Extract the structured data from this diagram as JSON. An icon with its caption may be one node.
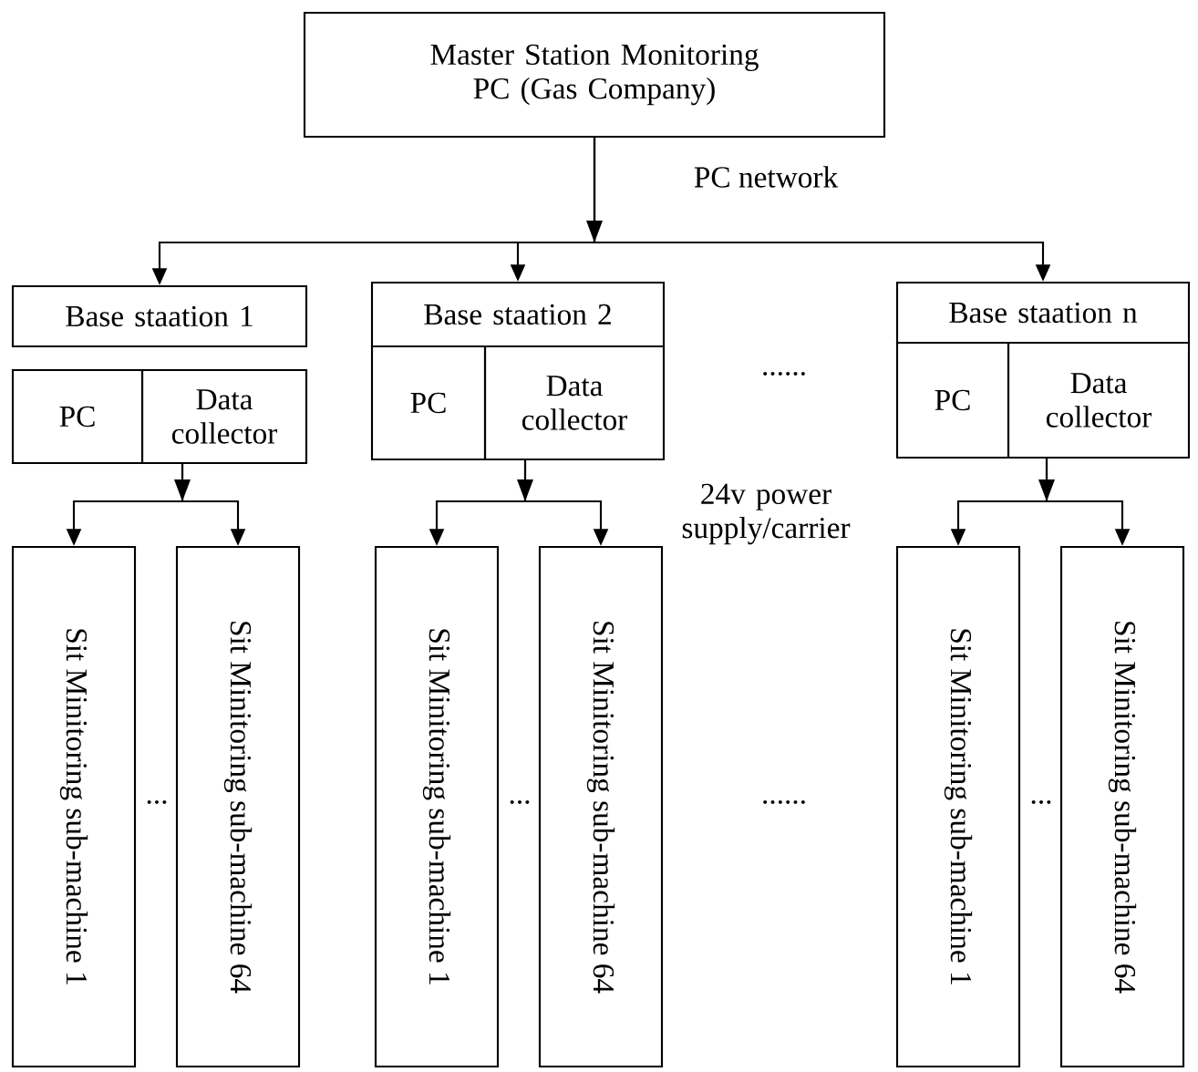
{
  "diagram": {
    "nodes": [
      {
        "text": [
          "Master Station Monitoring PC (Gas Company)"
        ]
      },
      {
        "text": [
          "Base staation 1"
        ]
      },
      {
        "text": [
          "PC"
        ]
      },
      {
        "text": [
          "Data collector"
        ]
      },
      {
        "text": [
          "Base staation 2"
        ]
      },
      {
        "text": [
          "PC"
        ]
      },
      {
        "text": [
          "Data collector"
        ]
      },
      {
        "text": [
          "Base staation n"
        ]
      },
      {
        "text": [
          "PC"
        ]
      },
      {
        "text": [
          "Data collector"
        ]
      },
      {
        "text": [
          "Sit Minitoring sub-machine 1"
        ]
      },
      {
        "text": [
          "Sit Minitoring sub-machine 64"
        ]
      },
      {
        "text": [
          "Sit Minitoring sub-machine 1"
        ]
      },
      {
        "text": [
          "Sit Minitoring sub-machine 64"
        ]
      },
      {
        "text": [
          "Sit Minitoring sub-machine 1"
        ]
      },
      {
        "text": [
          "Sit Minitoring sub-machine 64"
        ]
      }
    ],
    "edges": [
      {
        "from": 0,
        "to": 1,
        "arrow": "to"
      },
      {
        "from": 0,
        "to": 4,
        "arrow": "to"
      },
      {
        "from": 0,
        "to": 7,
        "arrow": "to"
      },
      {
        "from": 3,
        "to": 10,
        "arrow": "to"
      },
      {
        "from": 3,
        "to": 11,
        "arrow": "to"
      },
      {
        "from": 6,
        "to": 12,
        "arrow": "to"
      },
      {
        "from": 6,
        "to": 13,
        "arrow": "to"
      },
      {
        "from": 9,
        "to": 14,
        "arrow": "to"
      },
      {
        "from": 9,
        "to": 15,
        "arrow": "to"
      }
    ],
    "labels": [
      "PC network",
      "......",
      "24v power supply/carrier",
      "...",
      "...",
      "......",
      "..."
    ]
  }
}
